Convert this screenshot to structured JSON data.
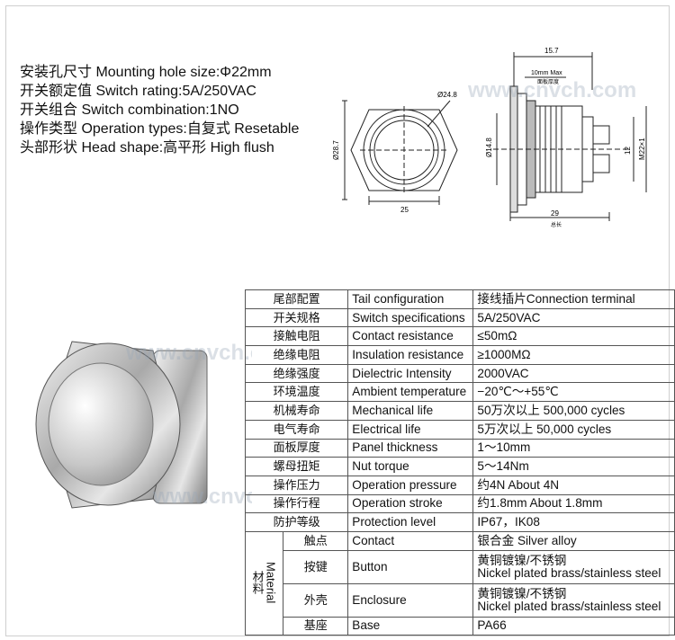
{
  "specs": [
    "安装孔尺寸 Mounting hole size:Φ22mm",
    "开关额定值 Switch rating:5A/250VAC",
    "开关组合 Switch combination:1NO",
    "操作类型 Operation types:自复式 Resetable",
    "头部形状 Head shape:高平形 High flush"
  ],
  "drawing": {
    "front": {
      "dia_inner": "Ø24.8",
      "dia_outer": "Ø28.7",
      "width": "25"
    },
    "side": {
      "top_total": "15.7",
      "panel_range": "10mm Max",
      "panel_note": "面板厚度",
      "body_dia": "Ø14.8",
      "thread": "M22×1",
      "terminal": "12",
      "bottom_len": "29",
      "bottom_note": "总长"
    }
  },
  "watermark": "www.cnvch.com",
  "table": {
    "rows": [
      {
        "zh": "尾部配置",
        "en": "Tail configuration",
        "val": "接线插片Connection terminal"
      },
      {
        "zh": "开关规格",
        "en": "Switch specifications",
        "val": "5A/250VAC"
      },
      {
        "zh": "接触电阻",
        "en": "Contact resistance",
        "val": "≤50mΩ"
      },
      {
        "zh": "绝缘电阻",
        "en": "Insulation resistance",
        "val": "≥1000MΩ"
      },
      {
        "zh": "绝缘强度",
        "en": "Dielectric Intensity",
        "val": "2000VAC"
      },
      {
        "zh": "环境温度",
        "en": "Ambient temperature",
        "val": "−20℃～+55℃"
      },
      {
        "zh": "机械寿命",
        "en": "Mechanical life",
        "val": "50万次以上 500,000 cycles"
      },
      {
        "zh": "电气寿命",
        "en": "Electrical life",
        "val": "5万次以上 50,000  cycles"
      },
      {
        "zh": "面板厚度",
        "en": "Panel thickness",
        "val": "1～10mm"
      },
      {
        "zh": "螺母扭矩",
        "en": "Nut torque",
        "val": "5～14Nm"
      },
      {
        "zh": "操作压力",
        "en": "Operation pressure",
        "val": "约4N About 4N"
      },
      {
        "zh": "操作行程",
        "en": "Operation stroke",
        "val": "约1.8mm About 1.8mm"
      },
      {
        "zh": "防护等级",
        "en": "Protection level",
        "val": "IP67，IK08"
      }
    ],
    "material_label_en": "Material",
    "material_label_zh": "材料",
    "material": [
      {
        "zh": "触点",
        "en": "Contact",
        "val": "银合金 Silver alloy"
      },
      {
        "zh": "按键",
        "en": "Button",
        "val1": "黄铜镀镍/不锈钢",
        "val2": "Nickel plated brass/stainless steel"
      },
      {
        "zh": "外壳",
        "en": "Enclosure",
        "val1": "黄铜镀镍/不锈钢",
        "val2": "Nickel plated brass/stainless steel"
      },
      {
        "zh": "基座",
        "en": "Base",
        "val": "PA66"
      }
    ]
  }
}
